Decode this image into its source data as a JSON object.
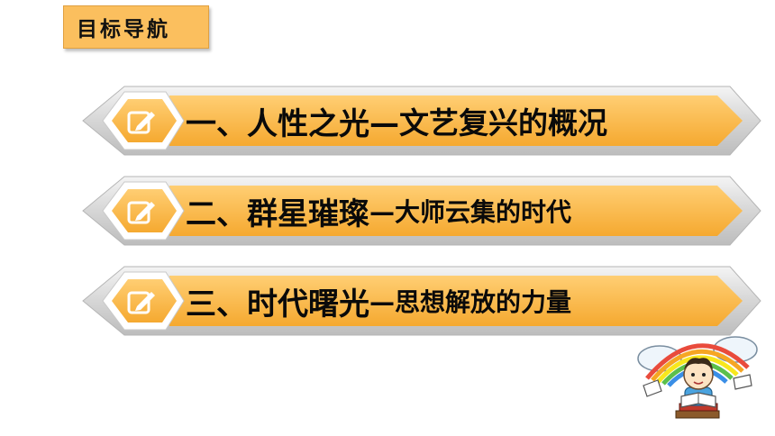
{
  "header": {
    "nav_label": "目标导航"
  },
  "menu": {
    "items": [
      {
        "main": "一、人性之光",
        "sub": "—文艺复兴的概况"
      },
      {
        "main": "二、群星璀璨",
        "sub": "—大师云集的时代"
      },
      {
        "main": "三、时代曙光",
        "sub": "—思想解放的力量"
      }
    ]
  },
  "colors": {
    "accent": "#f7b440",
    "accent_light": "#ffd586",
    "silver": "#d9d9d9",
    "text": "#0a0a0a"
  },
  "icons": {
    "item_icon": "edit-icon",
    "illustration": "reading-boy-rainbow-illustration"
  }
}
